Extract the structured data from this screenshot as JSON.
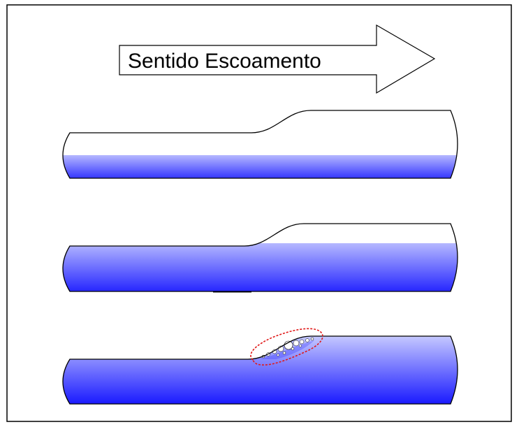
{
  "diagram": {
    "arrow_label": "Sentido Escoamento",
    "colors": {
      "frame": "#000000",
      "water_dark": "#1a1aff",
      "water_light": "#b5b8ff",
      "pipe_outline": "#000000",
      "cavity_outline": "#e01818",
      "bubble_fill": "#ffffff"
    },
    "pipes": [
      {
        "name": "pipe-partially-filled",
        "state": "water below the bend"
      },
      {
        "name": "pipe-nearly-full",
        "state": "water up to the lower pipe height"
      },
      {
        "name": "pipe-full-with-air-pocket",
        "state": "pipe full, air bubbles trapped at the bend"
      }
    ]
  }
}
